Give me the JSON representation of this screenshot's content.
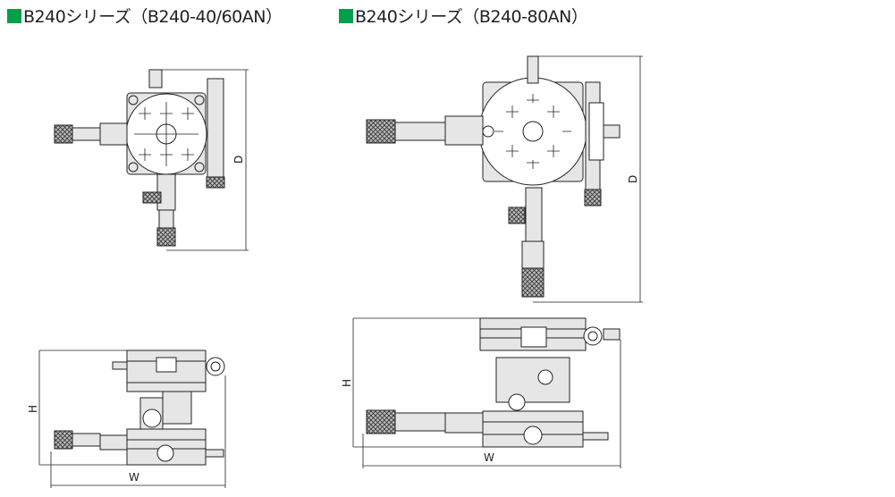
{
  "titles": [
    {
      "text": "B240シリーズ（B240-40/60AN）"
    },
    {
      "text": "B240シリーズ（B240-80AN）"
    }
  ],
  "accent_color": "#00a04a",
  "dimension_labels": {
    "depth": "D",
    "height": "H",
    "width": "W"
  }
}
